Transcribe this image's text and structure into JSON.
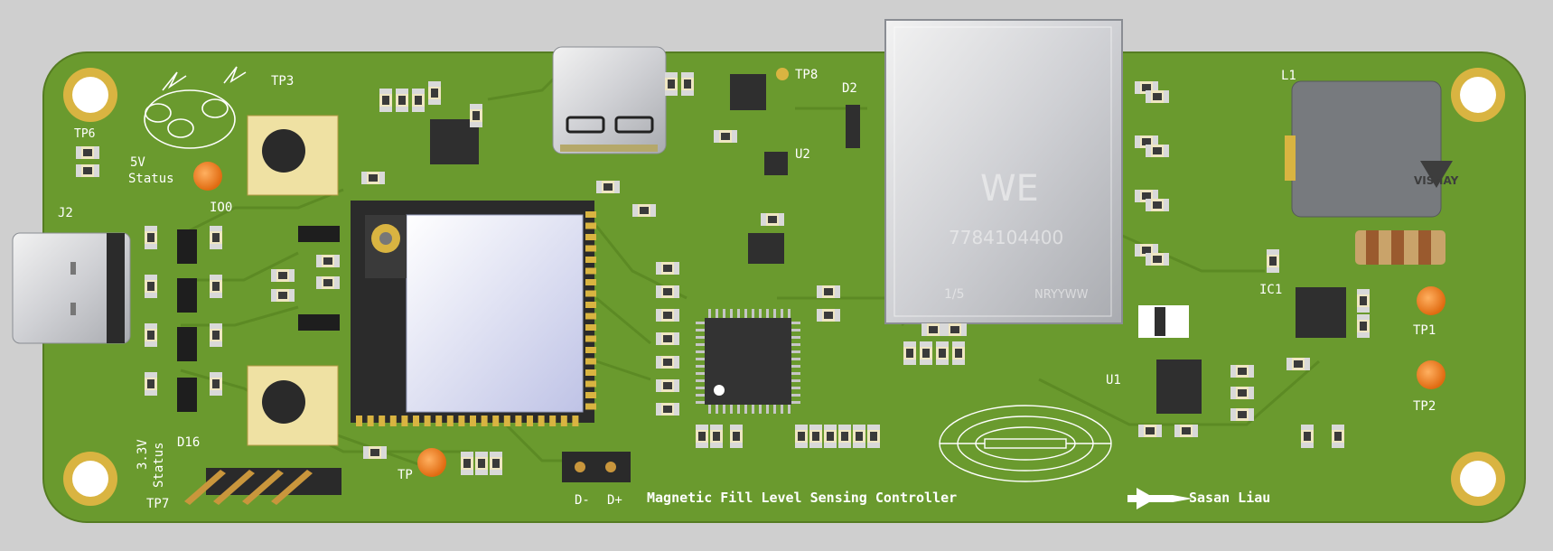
{
  "board": {
    "title": "Magnetic Fill Level Sensing Controller",
    "author": "Sasan Liau",
    "colors": {
      "background": "#cfcfcf",
      "soldermask": "#6a9a2e",
      "pad": "#d8b24a",
      "silk": "#ffffff"
    }
  },
  "labels": {
    "tp3": "TP3",
    "tp6": "TP6",
    "tp8": "TP8",
    "tp1": "TP1",
    "tp2": "TP2",
    "tp7": "TP7",
    "tp_partial": "TP",
    "status_5v_a": "5V",
    "status_5v_b": "Status",
    "io0": "IO0",
    "j2": "J2",
    "d2": "D2",
    "u2": "U2",
    "l1": "L1",
    "ic1": "IC1",
    "u1": "U1",
    "status_33v_a": "3.3V",
    "status_33v_b": "Status",
    "d16": "D16",
    "dminus": "D-",
    "dplus": "D+"
  },
  "markings": {
    "jack_brand": "WE",
    "jack_part": "7784104400",
    "jack_date": "NRYYWW",
    "jack_small": "1/5",
    "inductor_brand": "VISHAY"
  },
  "icons": [
    "rocket-icon",
    "magnetic-field-icon",
    "dragon-art-icon",
    "mounting-hole-icon"
  ]
}
